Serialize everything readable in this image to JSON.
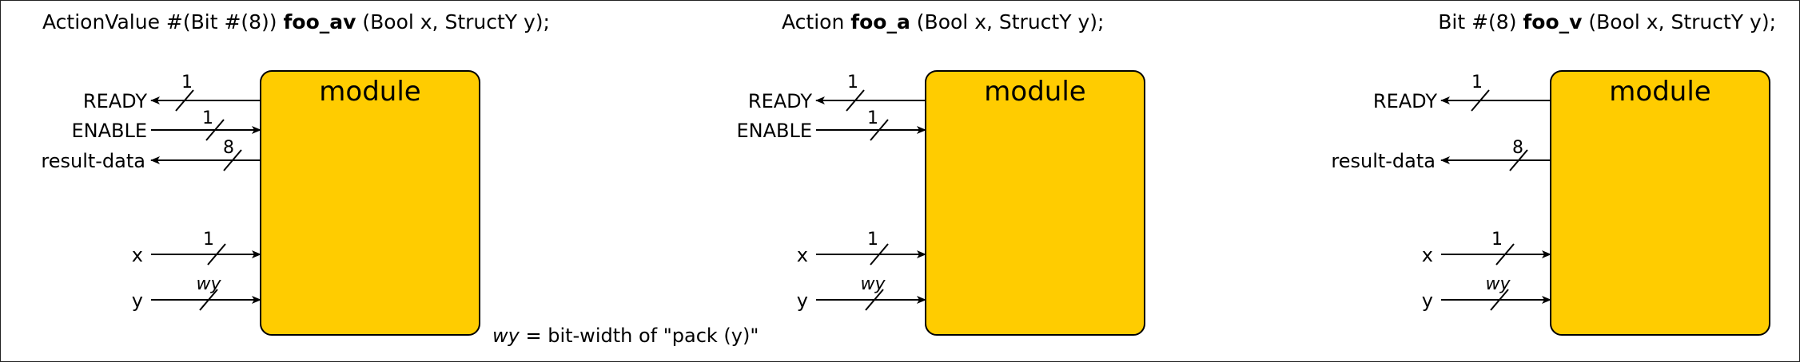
{
  "colors": {
    "module_fill": "#FFCC00",
    "stroke": "#000000",
    "background": "#FFFFFF"
  },
  "footnote": {
    "var": "wy",
    "text": " = bit-width of  \"pack (y)\""
  },
  "diagrams": [
    {
      "id": "av",
      "signature": {
        "prefix": "ActionValue #(Bit #(8)) ",
        "name": "foo_av",
        "suffix": " (Bool x, StructY y);"
      },
      "module_label": "module",
      "ports": [
        {
          "label": "READY",
          "width": "1",
          "direction": "out",
          "italic": false
        },
        {
          "label": "ENABLE",
          "width": "1",
          "direction": "in",
          "italic": false
        },
        {
          "label": "result-data",
          "width": "8",
          "direction": "out",
          "italic": false
        },
        {
          "label": "x",
          "width": "1",
          "direction": "in",
          "italic": false
        },
        {
          "label": "y",
          "width": "wy",
          "direction": "in",
          "italic": true
        }
      ]
    },
    {
      "id": "a",
      "signature": {
        "prefix": "Action ",
        "name": "foo_a",
        "suffix": " (Bool x, StructY y);"
      },
      "module_label": "module",
      "ports": [
        {
          "label": "READY",
          "width": "1",
          "direction": "out",
          "italic": false
        },
        {
          "label": "ENABLE",
          "width": "1",
          "direction": "in",
          "italic": false
        },
        {
          "label": "x",
          "width": "1",
          "direction": "in",
          "italic": false
        },
        {
          "label": "y",
          "width": "wy",
          "direction": "in",
          "italic": true
        }
      ]
    },
    {
      "id": "v",
      "signature": {
        "prefix": "Bit #(8) ",
        "name": "foo_v",
        "suffix": " (Bool x, StructY y);"
      },
      "module_label": "module",
      "ports": [
        {
          "label": "READY",
          "width": "1",
          "direction": "out",
          "italic": false
        },
        {
          "label": "result-data",
          "width": "8",
          "direction": "out",
          "italic": false
        },
        {
          "label": "x",
          "width": "1",
          "direction": "in",
          "italic": false
        },
        {
          "label": "y",
          "width": "wy",
          "direction": "in",
          "italic": true
        }
      ]
    }
  ]
}
